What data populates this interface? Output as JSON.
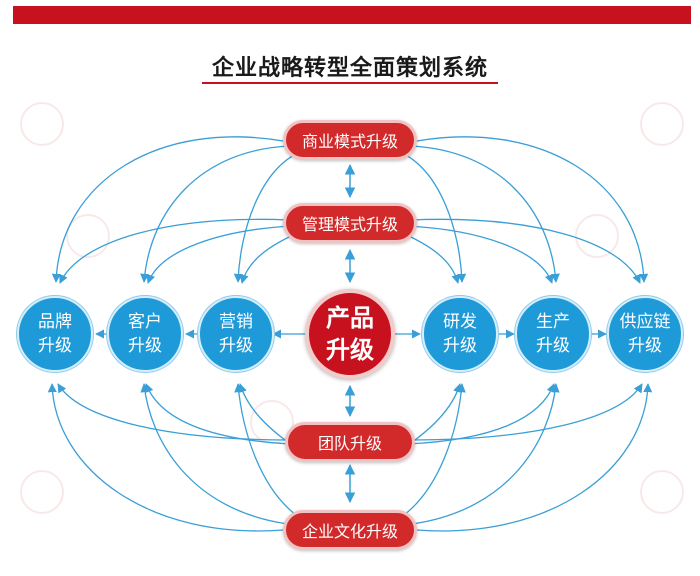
{
  "title": "企业战略转型全面策划系统",
  "colors": {
    "brand_red": "#c8111e",
    "node_blue": "#1e9ad9",
    "pill_red": "#d22a2a",
    "arrow_blue": "#3a9fd6"
  },
  "nodes": {
    "business_model": "商业模式升级",
    "management_model": "管理模式升级",
    "product": {
      "line1": "产品",
      "line2": "升级"
    },
    "team": "团队升级",
    "culture": "企业文化升级",
    "brand": {
      "line1": "品牌",
      "line2": "升级"
    },
    "customer": {
      "line1": "客户",
      "line2": "升级"
    },
    "marketing": {
      "line1": "营销",
      "line2": "升级"
    },
    "rd": {
      "line1": "研发",
      "line2": "升级"
    },
    "production": {
      "line1": "生产",
      "line2": "升级"
    },
    "supply_chain": {
      "line1": "供应链",
      "line2": "升级"
    }
  }
}
